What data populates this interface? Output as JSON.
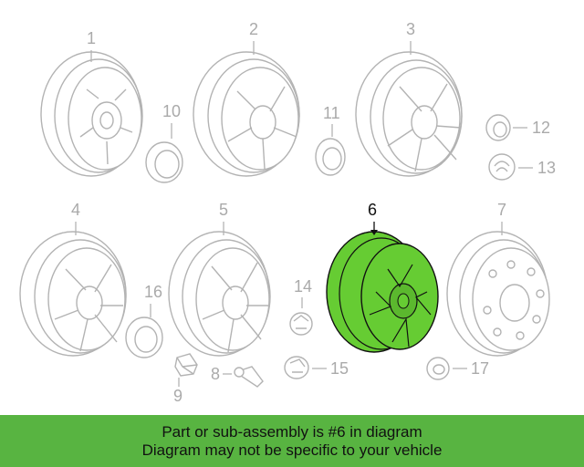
{
  "callouts": {
    "n1": "1",
    "n2": "2",
    "n3": "3",
    "n4": "4",
    "n5": "5",
    "n6": "6",
    "n7": "7",
    "n8": "8",
    "n9": "9",
    "n10": "10",
    "n11": "11",
    "n12": "12",
    "n13": "13",
    "n14": "14",
    "n15": "15",
    "n16": "16",
    "n17": "17"
  },
  "highlight": {
    "part": "6",
    "color": "#66cc33"
  },
  "banner": {
    "line1": "Part or sub-assembly is #6 in diagram",
    "line2": "Diagram may not be specific to your vehicle",
    "background": "#58b441"
  }
}
